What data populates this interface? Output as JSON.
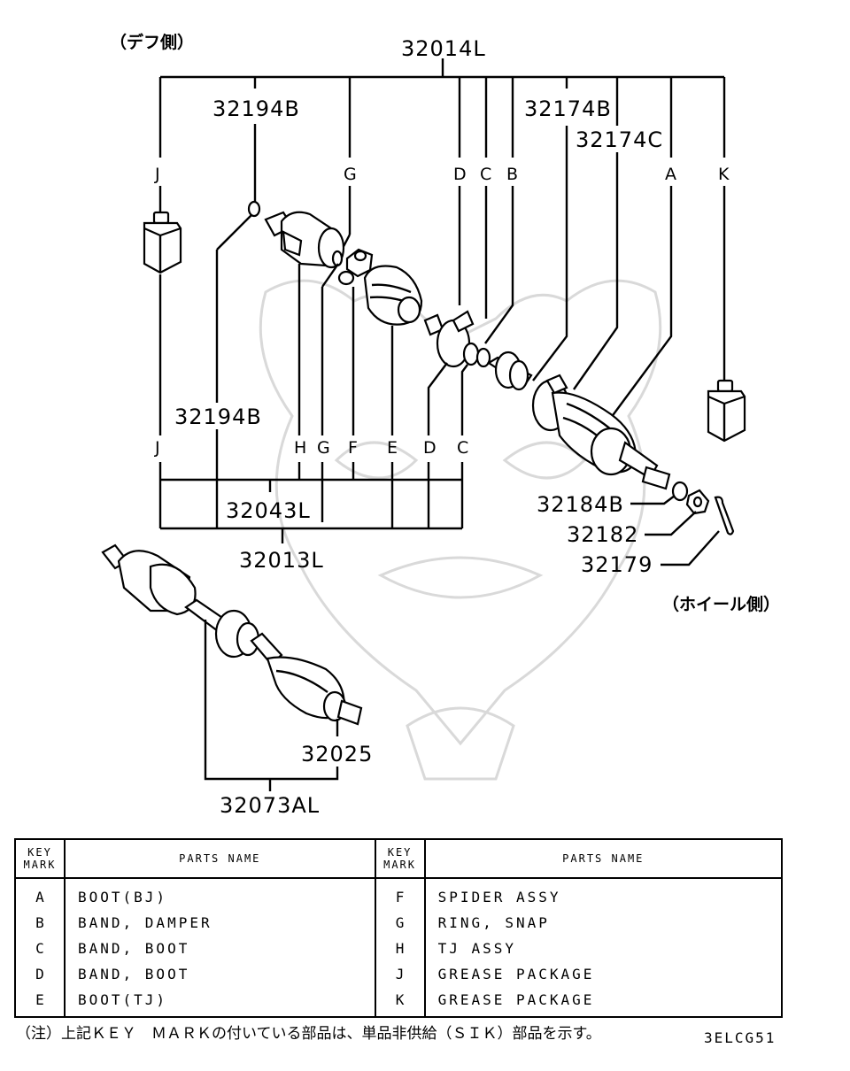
{
  "diagram": {
    "side_labels": {
      "diff_side": "（デフ側）",
      "wheel_side": "（ホイール側）"
    },
    "part_numbers": {
      "p32014L": "32014L",
      "p32194B_top": "32194B",
      "p32174B": "32174B",
      "p32174C": "32174C",
      "p32194B_mid": "32194B",
      "p32043L": "32043L",
      "p32013L": "32013L",
      "p32184B": "32184B",
      "p32182": "32182",
      "p32179": "32179",
      "p32025": "32025",
      "p32073AL": "32073AL"
    },
    "top_keys": {
      "J": "J",
      "G": "G",
      "D": "D",
      "C": "C",
      "B": "B",
      "A": "A",
      "K": "K"
    },
    "bottom_keys": {
      "J": "J",
      "H": "H",
      "G": "G",
      "F": "F",
      "E": "E",
      "D": "D",
      "C": "C"
    }
  },
  "legend": {
    "headers": {
      "key_mark": [
        "KEY",
        "MARK"
      ],
      "parts_name": "PARTS NAME"
    },
    "left": [
      {
        "mark": "A",
        "name": "BOOT(BJ)"
      },
      {
        "mark": "B",
        "name": "BAND, DAMPER"
      },
      {
        "mark": "C",
        "name": "BAND, BOOT"
      },
      {
        "mark": "D",
        "name": "BAND, BOOT"
      },
      {
        "mark": "E",
        "name": "BOOT(TJ)"
      }
    ],
    "right": [
      {
        "mark": "F",
        "name": "SPIDER ASSY"
      },
      {
        "mark": "G",
        "name": "RING, SNAP"
      },
      {
        "mark": "H",
        "name": "TJ ASSY"
      },
      {
        "mark": "J",
        "name": "GREASE PACKAGE"
      },
      {
        "mark": "K",
        "name": "GREASE PACKAGE"
      }
    ]
  },
  "footer": {
    "note": "（注）上記ＫＥＹ　ＭＡＲＫの付いている部品は、単品非供給（ＳＩＫ）部品を示す。",
    "code": "3ELCG51"
  }
}
